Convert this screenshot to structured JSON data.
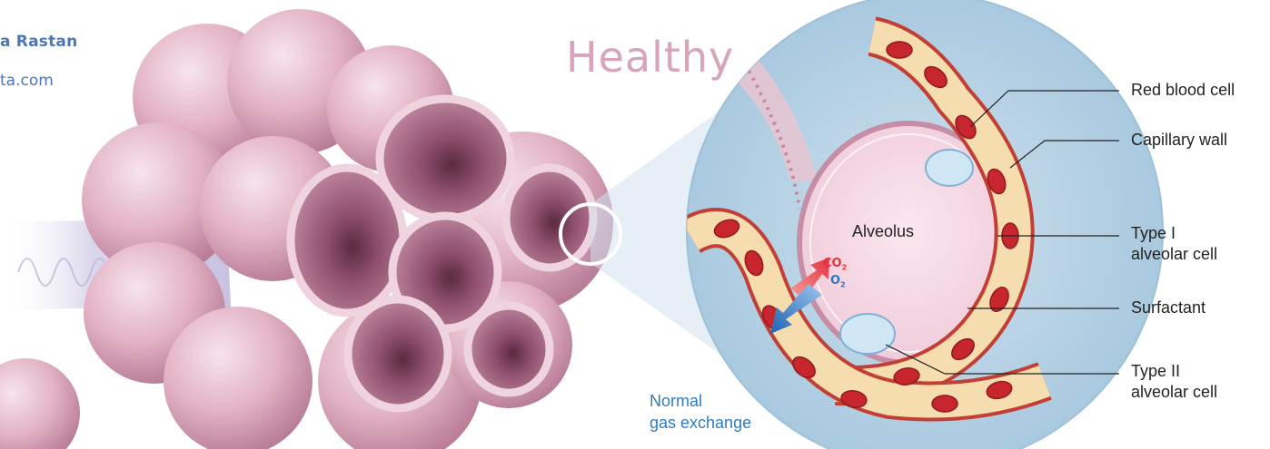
{
  "credit": {
    "name": "a Rastan",
    "site": "ta.com"
  },
  "title": "Healthy",
  "diagram": {
    "center_label": "Alveolus",
    "gas_co2": "CO",
    "gas_co2_sub": "2",
    "gas_o2": "O",
    "gas_o2_sub": "2",
    "exchange_label": "Normal\ngas exchange",
    "labels": {
      "red_blood_cell": "Red blood cell",
      "capillary_wall": "Capillary wall",
      "type1": "Type I\nalveolar cell",
      "surfactant": "Surfactant",
      "type2": "Type II\nalveolar cell"
    }
  },
  "colors": {
    "alveoli_pink": "#e3b3c6",
    "interior_dark": "#8a4a66",
    "circle_blue": "#bcd6e8",
    "capillary_cream": "#f6ddb0",
    "blood_red": "#c7262e",
    "title_pink": "#d7a3bd",
    "credit_blue": "#4d76b8",
    "exchange_blue": "#2c7cc1"
  }
}
